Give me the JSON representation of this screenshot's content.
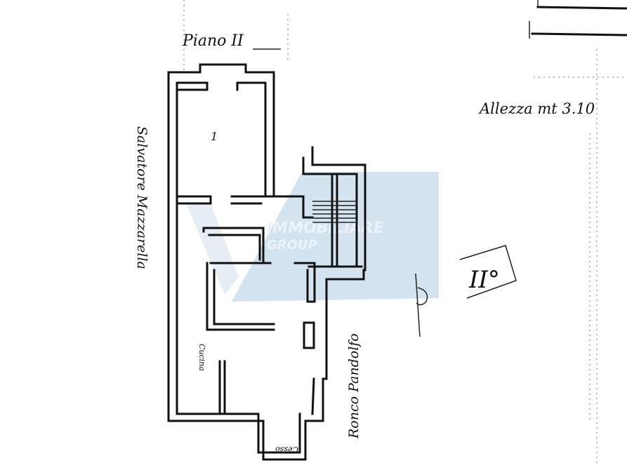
{
  "header": {
    "floor_label": "Piano II",
    "height_label": "Allezza mt 3.10"
  },
  "streets": {
    "left": "Salvatore Mazzarella",
    "bottom_right": "Ronco Pandolfo"
  },
  "rooms": {
    "kitchen": "Cucina",
    "wc": "Cesso",
    "room_1": "1"
  },
  "side_mark": "II°",
  "watermark": {
    "text": "IMMOBILIARE GROUP",
    "color": "#cfe0ee"
  },
  "colors": {
    "ink": "#111111",
    "paper": "#ffffff"
  }
}
